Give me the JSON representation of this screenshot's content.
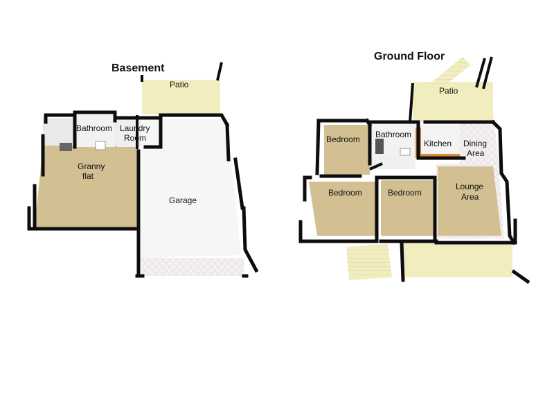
{
  "colors": {
    "wall": "#0d0d0d",
    "carpet": "#d2bf92",
    "carpet_dark": "#bfa97a",
    "floor": "#f4f4f4",
    "patio": "#f1edbf",
    "tile": "#f3eef0",
    "kitchen": "#d98b3a"
  },
  "floors": {
    "basement": {
      "title": "Basement",
      "rooms": {
        "patio": "Patio",
        "bathroom": "Bathroom",
        "laundry_line1": "Laundry",
        "laundry_line2": "Room",
        "granny_line1": "Granny",
        "granny_line2": "flat",
        "garage": "Garage"
      }
    },
    "ground": {
      "title": "Ground Floor",
      "rooms": {
        "patio": "Patio",
        "bedroom1": "Bedroom",
        "bathroom": "Bathroom",
        "kitchen": "Kitchen",
        "dining_line1": "Dining",
        "dining_line2": "Area",
        "bedroom2": "Bedroom",
        "bedroom3": "Bedroom",
        "lounge_line1": "Lounge",
        "lounge_line2": "Area"
      }
    }
  }
}
